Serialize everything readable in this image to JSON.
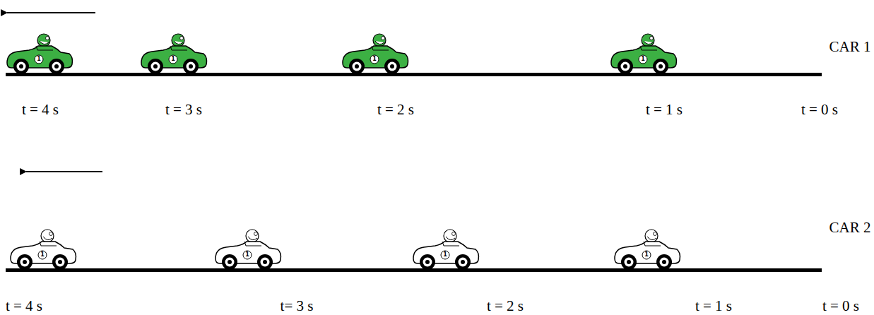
{
  "diagram": {
    "labels": [
      "CAR 1",
      "t = 4 s",
      "t = 3 s",
      "t = 2 s",
      "t = 1 s",
      "t = 0 s",
      "1",
      "1",
      "1",
      "1",
      "CAR 2",
      "t = 4 s",
      "t= 3 s",
      "t = 2 s",
      "t = 1 s",
      "t = 0 s",
      "1",
      "1",
      "1",
      "1"
    ]
  }
}
